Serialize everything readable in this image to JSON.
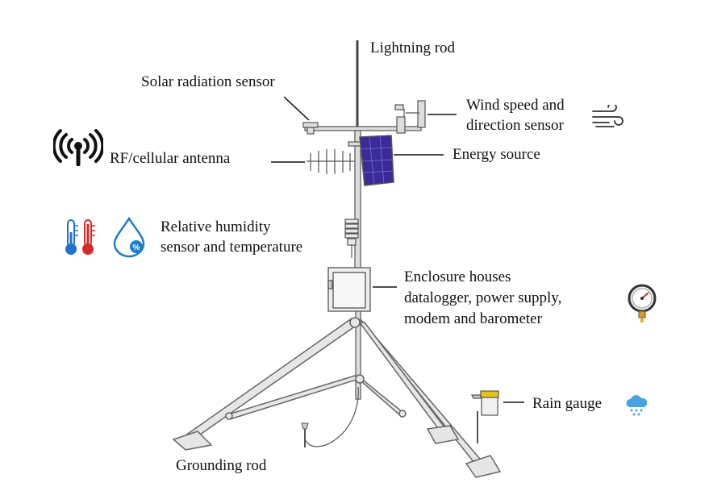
{
  "labels": {
    "lightning_rod": "Lightning rod",
    "solar_radiation": "Solar radiation sensor",
    "wind_line1": "Wind speed and",
    "wind_line2": "direction sensor",
    "energy_source": "Energy source",
    "rf_antenna": "RF/cellular antenna",
    "humidity_line1": "Relative humidity",
    "humidity_line2": "sensor and temperature",
    "enclosure_line1": "Enclosure houses",
    "enclosure_line2": "datalogger, power supply,",
    "enclosure_line3": "modem and barometer",
    "rain_gauge": "Rain gauge",
    "grounding_rod": "Grounding rod"
  },
  "icons": {
    "antenna": "antenna-signal-icon",
    "thermometer_blue": "thermometer-cold-icon",
    "thermometer_red": "thermometer-hot-icon",
    "humidity": "humidity-drop-icon",
    "wind": "wind-icon",
    "barometer": "barometer-gauge-icon",
    "rain": "rain-cloud-icon"
  },
  "colors": {
    "solar_panel": "#3b2a9a",
    "thermometer_blue": "#1e73d0",
    "thermometer_red": "#d42a2a",
    "drop": "#1e7cc8",
    "rain_cloud": "#4aa3e0",
    "rain_gauge_top": "#e6c21a",
    "barometer_needle": "#d42a2a"
  }
}
